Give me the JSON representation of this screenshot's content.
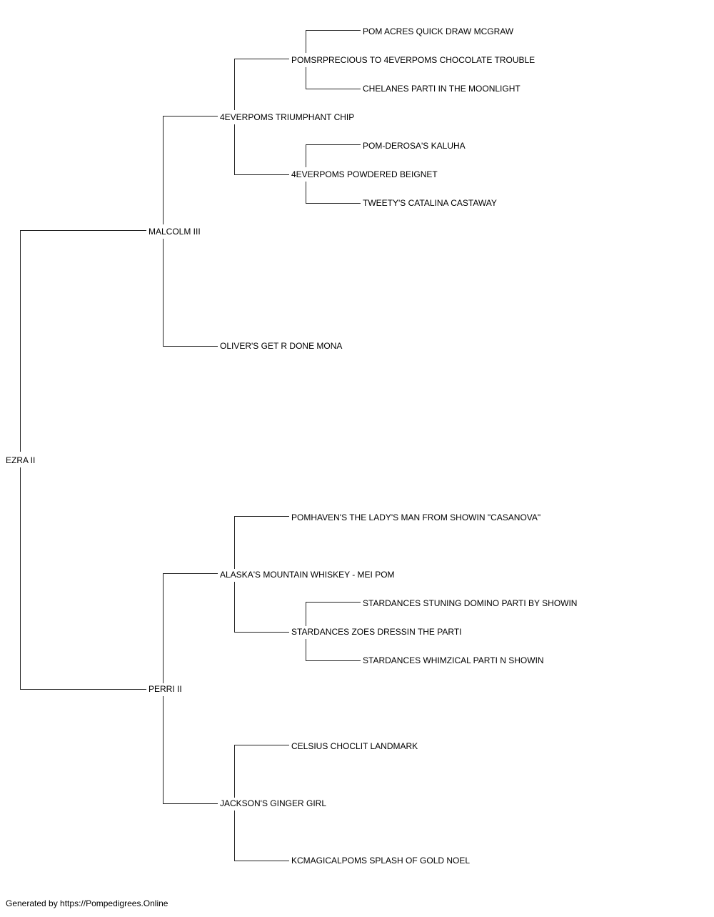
{
  "pedigree": {
    "subject": "EZRA II",
    "sire": {
      "name": "MALCOLM III",
      "sire": {
        "name": "4EVERPOMS TRIUMPHANT CHIP",
        "sire": {
          "name": "POMSRPRECIOUS TO 4EVERPOMS CHOCOLATE TROUBLE",
          "sire": "POM ACRES QUICK DRAW MCGRAW",
          "dam": "CHELANES PARTI IN THE MOONLIGHT"
        },
        "dam": {
          "name": "4EVERPOMS POWDERED BEIGNET",
          "sire": "POM-DEROSA'S KALUHA",
          "dam": "TWEETY'S CATALINA CASTAWAY"
        }
      },
      "dam": {
        "name": "OLIVER'S GET R DONE MONA"
      }
    },
    "dam": {
      "name": "PERRI II",
      "sire": {
        "name": "ALASKA'S MOUNTAIN WHISKEY - MEI POM",
        "sire": {
          "name": "POMHAVEN'S THE LADY'S MAN FROM SHOWIN \"CASANOVA\""
        },
        "dam": {
          "name": "STARDANCES ZOES DRESSIN THE PARTI",
          "sire": "STARDANCES STUNING DOMINO PARTI BY SHOWIN",
          "dam": "STARDANCES WHIMZICAL PARTI N SHOWIN"
        }
      },
      "dam": {
        "name": "JACKSON'S GINGER GIRL",
        "sire": {
          "name": "CELSIUS CHOCLIT LANDMARK"
        },
        "dam": {
          "name": "KCMAGICALPOMS SPLASH OF GOLD NOEL"
        }
      }
    }
  },
  "footer": {
    "text": "Generated by https://Pompedigrees.Online"
  }
}
